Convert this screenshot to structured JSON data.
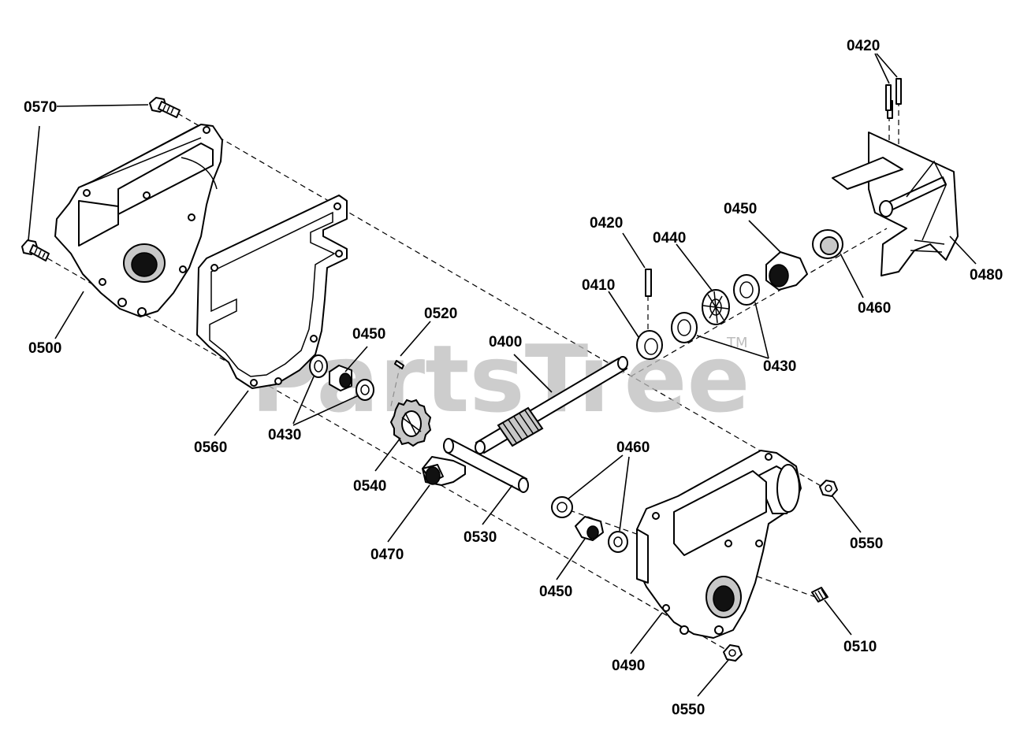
{
  "watermark": {
    "text": "PartsTree",
    "trademark": "TM"
  },
  "callouts": {
    "c0420a": "0420",
    "c0570": "0570",
    "c0500": "0500",
    "c0560": "0560",
    "c0430a": "0430",
    "c0450a": "0450",
    "c0520": "0520",
    "c0540": "0540",
    "c0470": "0470",
    "c0530": "0530",
    "c0400": "0400",
    "c0420b": "0420",
    "c0410": "0410",
    "c0440": "0440",
    "c0450b": "0450",
    "c0430b": "0430",
    "c0460a": "0460",
    "c0480": "0480",
    "c0460b": "0460",
    "c0450c": "0450",
    "c0490": "0490",
    "c0550a": "0550",
    "c0510": "0510",
    "c0550b": "0550"
  }
}
